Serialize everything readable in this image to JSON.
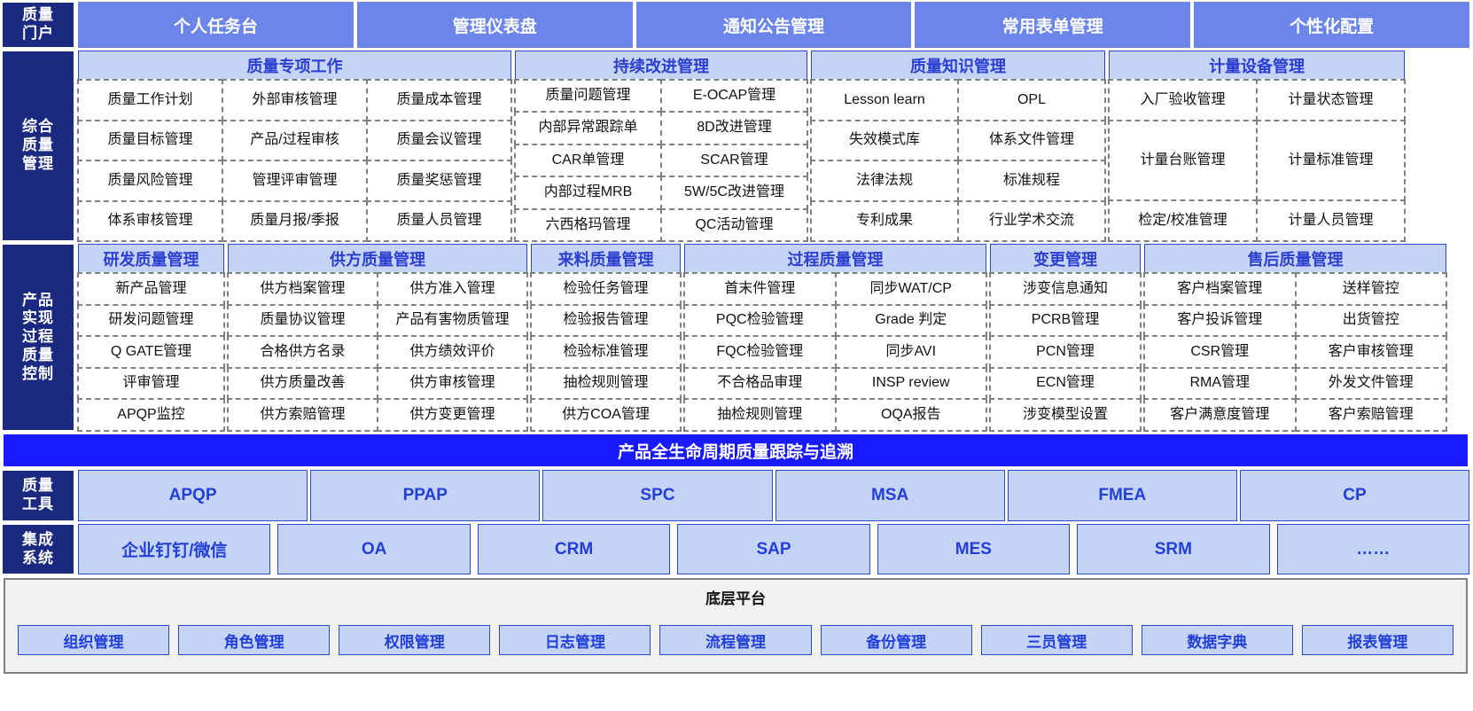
{
  "portal": {
    "sidebar_label": "质量\n门户",
    "sidebar_line1": "质量",
    "sidebar_line2": "门户",
    "tabs": [
      {
        "label": "个人任务台"
      },
      {
        "label": "管理仪表盘"
      },
      {
        "label": "通知公告管理"
      },
      {
        "label": "常用表单管理"
      },
      {
        "label": "个性化配置"
      }
    ]
  },
  "comprehensive": {
    "sidebar_line1": "综合",
    "sidebar_line2": "质量",
    "sidebar_line3": "管理",
    "groups": [
      {
        "title": "质量专项工作",
        "columns": [
          [
            "质量工作计划",
            "质量目标管理",
            "质量风险管理",
            "体系审核管理"
          ],
          [
            "外部审核管理",
            "产品/过程审核",
            "管理评审管理",
            "质量月报/季报"
          ],
          [
            "质量成本管理",
            "质量会议管理",
            "质量奖惩管理",
            "质量人员管理"
          ]
        ]
      },
      {
        "title": "持续改进管理",
        "columns": [
          [
            "质量问题管理",
            "内部异常跟踪单",
            "CAR单管理",
            "内部过程MRB",
            "六西格玛管理"
          ],
          [
            "E-OCAP管理",
            "8D改进管理",
            "SCAR管理",
            "5W/5C改进管理",
            "QC活动管理"
          ]
        ]
      },
      {
        "title": "质量知识管理",
        "columns": [
          [
            "Lesson learn",
            "失效模式库",
            "法律法规",
            "专利成果"
          ],
          [
            "OPL",
            "体系文件管理",
            "标准规程",
            "行业学术交流"
          ]
        ]
      },
      {
        "title": "计量设备管理",
        "columns": [
          [
            "入厂验收管理",
            "计量台账管理",
            "检定/校准管理"
          ],
          [
            "计量状态管理",
            "计量标准管理",
            "计量人员管理"
          ]
        ]
      }
    ]
  },
  "product": {
    "sidebar_line1": "产品",
    "sidebar_line2": "实现",
    "sidebar_line3": "过程",
    "sidebar_line4": "质量",
    "sidebar_line5": "控制",
    "groups": [
      {
        "title": "研发质量管理",
        "columns": [
          [
            "新产品管理",
            "研发问题管理",
            "Q GATE管理",
            "评审管理",
            "APQP监控"
          ]
        ]
      },
      {
        "title": "供方质量管理",
        "columns": [
          [
            "供方档案管理",
            "质量协议管理",
            "合格供方名录",
            "供方质量改善",
            "供方索赔管理"
          ],
          [
            "供方准入管理",
            "产品有害物质管理",
            "供方绩效评价",
            "供方审核管理",
            "供方变更管理"
          ]
        ]
      },
      {
        "title": "来料质量管理",
        "columns": [
          [
            "检验任务管理",
            "检验报告管理",
            "检验标准管理",
            "抽检规则管理",
            "供方COA管理"
          ]
        ]
      },
      {
        "title": "过程质量管理",
        "columns": [
          [
            "首末件管理",
            "PQC检验管理",
            "FQC检验管理",
            "不合格品审理",
            "抽检规则管理"
          ],
          [
            "同步WAT/CP",
            "Grade 判定",
            "同步AVI",
            "INSP review",
            "OQA报告"
          ]
        ]
      },
      {
        "title": "变更管理",
        "columns": [
          [
            "涉变信息通知",
            "PCRB管理",
            "PCN管理",
            "ECN管理",
            "涉变模型设置"
          ]
        ]
      },
      {
        "title": "售后质量管理",
        "columns": [
          [
            "客户档案管理",
            "客户投诉管理",
            "CSR管理",
            "RMA管理",
            "客户满意度管理"
          ],
          [
            "送样管控",
            "出货管控",
            "客户审核管理",
            "外发文件管理",
            "客户索赔管理"
          ]
        ]
      }
    ]
  },
  "lifecycle": {
    "label": "产品全生命周期质量跟踪与追溯"
  },
  "tools": {
    "sidebar_line1": "质量",
    "sidebar_line2": "工具",
    "items": [
      {
        "label": "APQP"
      },
      {
        "label": "PPAP"
      },
      {
        "label": "SPC"
      },
      {
        "label": "MSA"
      },
      {
        "label": "FMEA"
      },
      {
        "label": "CP"
      }
    ]
  },
  "integration": {
    "sidebar_line1": "集成",
    "sidebar_line2": "系统",
    "items": [
      {
        "label": "企业钉钉/微信"
      },
      {
        "label": "OA"
      },
      {
        "label": "CRM"
      },
      {
        "label": "SAP"
      },
      {
        "label": "MES"
      },
      {
        "label": "SRM"
      },
      {
        "label": "……"
      }
    ]
  },
  "platform": {
    "title": "底层平台",
    "items": [
      {
        "label": "组织管理"
      },
      {
        "label": "角色管理"
      },
      {
        "label": "权限管理"
      },
      {
        "label": "日志管理"
      },
      {
        "label": "流程管理"
      },
      {
        "label": "备份管理"
      },
      {
        "label": "三员管理"
      },
      {
        "label": "数据字典"
      },
      {
        "label": "报表管理"
      }
    ]
  },
  "colors": {
    "sidebar_navy": "#1b2a80",
    "portal_tab_blue": "#6b86e8",
    "group_head_fill": "#c5d3f5",
    "group_head_border": "#2a4bc7",
    "group_head_text": "#2b3fd0",
    "lifecycle_blue": "#1a1aff",
    "platform_bg": "#f2f2f2",
    "cell_border": "#808080"
  }
}
